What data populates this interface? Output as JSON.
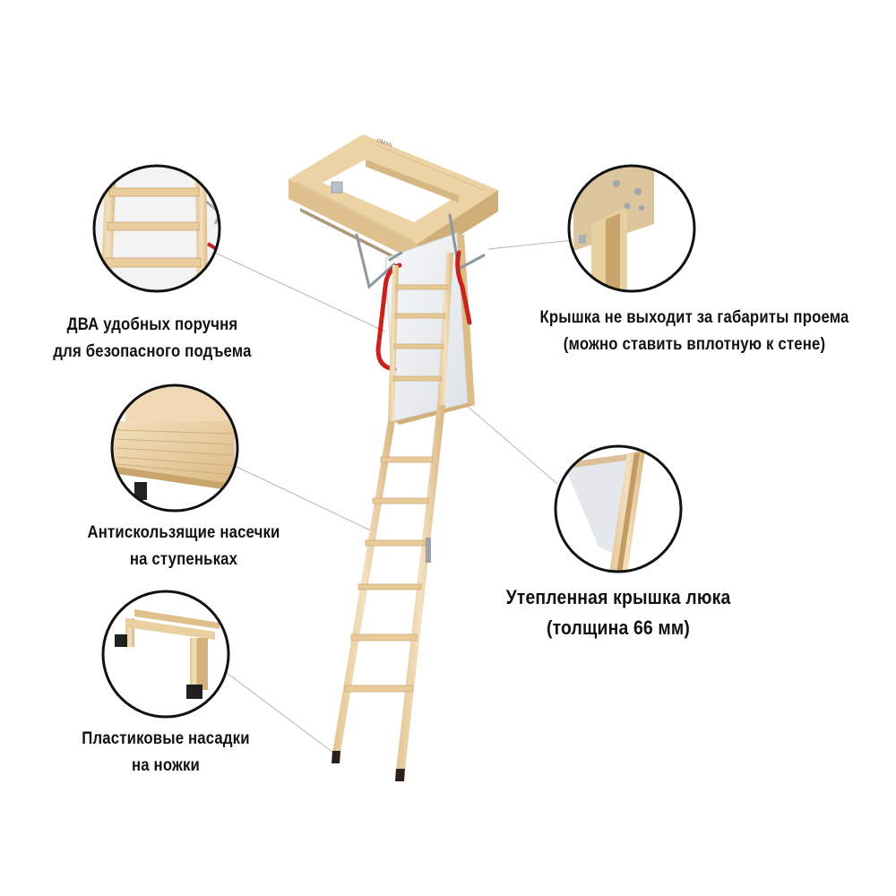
{
  "captions": {
    "handrails": {
      "line1_bold": "ДВА",
      "line1_rest": " удобных поручня",
      "line2": "для безопасного подъема"
    },
    "lid_fit": {
      "line1": "Крышка не выходит за габариты проема",
      "line2": "(можно ставить вплотную к стене)"
    },
    "steps": {
      "line1": "Антискользящие насечки",
      "line2": "на ступеньках"
    },
    "insulated": {
      "line1": "Утепленная крышка люка",
      "line2_start": "(толщина ",
      "line2_bold": "66 мм",
      "line2_end": ")"
    },
    "tips": {
      "line1": "Пластиковые насадки",
      "line2": "на ножки"
    }
  },
  "frame_brand_mark": "OMAN",
  "colors": {
    "wood": "#ecd3a8",
    "wood_dark": "#d4b27c",
    "handrail": "#c8221d",
    "hardware": "#9aa3ad",
    "lid": "#eef0f2"
  }
}
